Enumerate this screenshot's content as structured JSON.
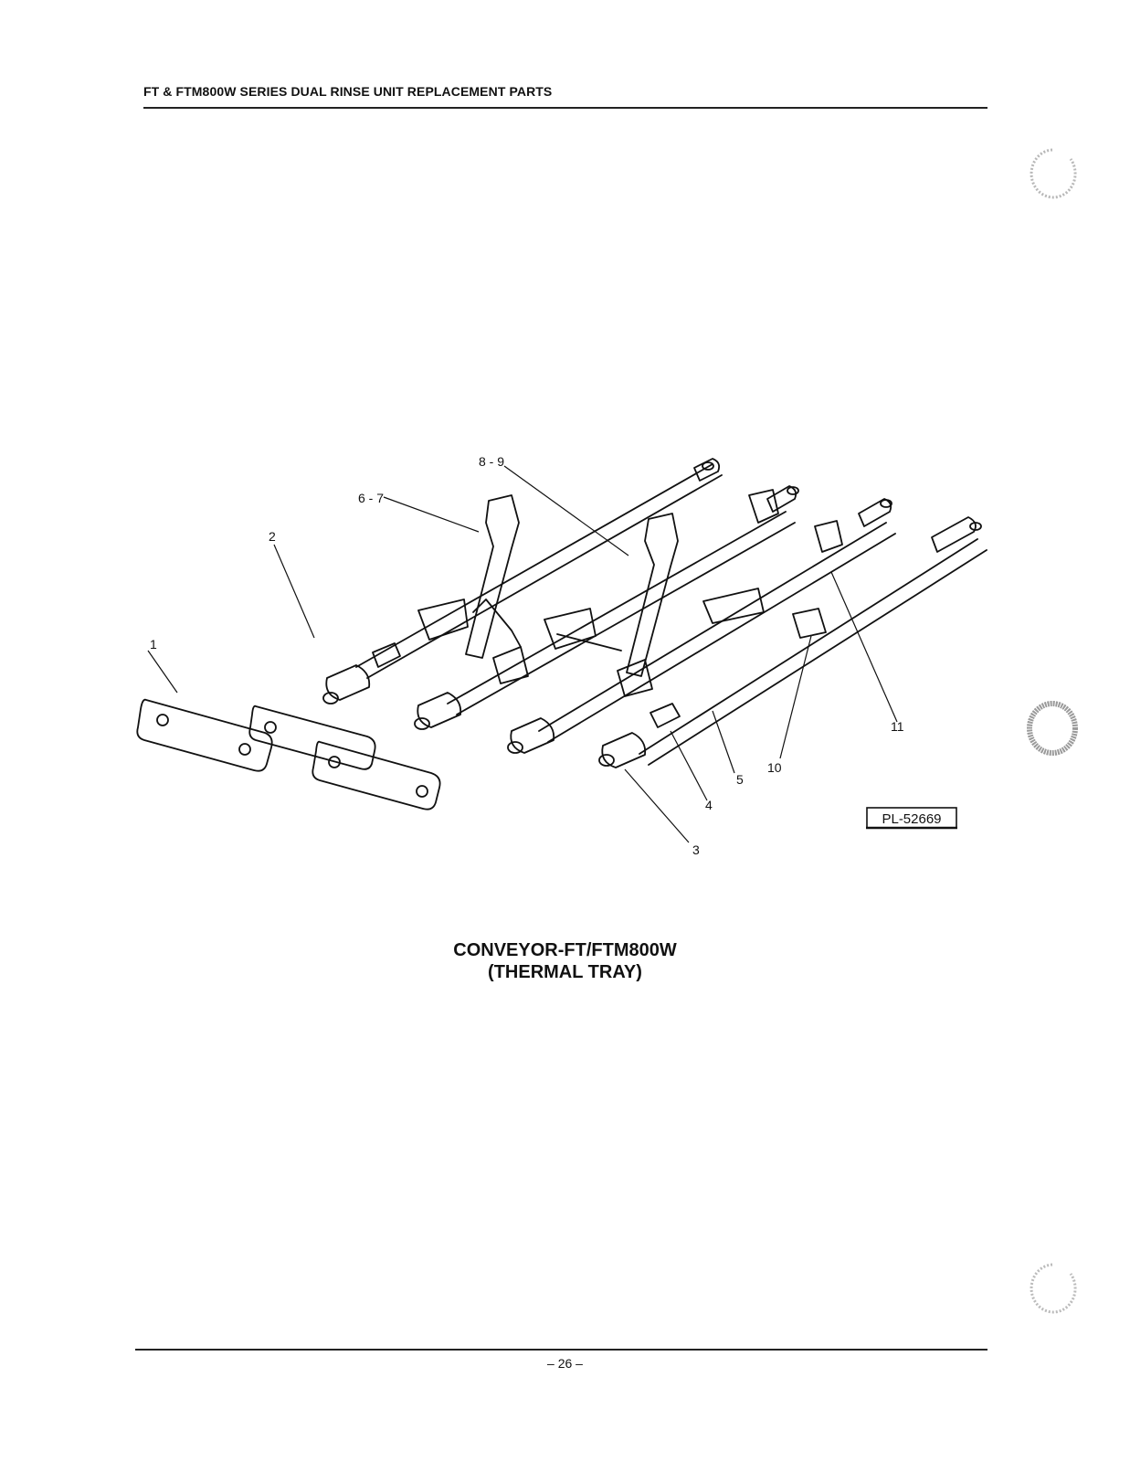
{
  "header": {
    "title": "FT & FTM800W SERIES DUAL RINSE UNIT REPLACEMENT PARTS"
  },
  "figure": {
    "callouts": [
      "1",
      "2",
      "3",
      "4",
      "5",
      "6 - 7",
      "8 - 9",
      "10",
      "11"
    ],
    "plate_id": "PL-52669",
    "caption_line1": "CONVEYOR-FT/FTM800W",
    "caption_line2": "(THERMAL TRAY)"
  },
  "footer": {
    "page_number": "– 26 –"
  }
}
